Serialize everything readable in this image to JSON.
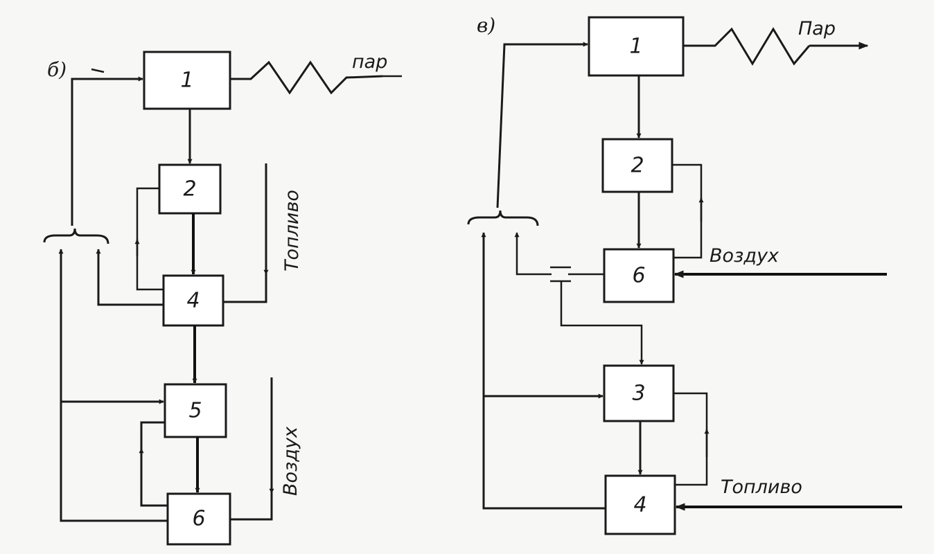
{
  "colors": {
    "ink": "#1a1a1a",
    "paper": "#f7f7f5"
  },
  "panel_b": {
    "label": "б)",
    "blocks": {
      "b1": "1",
      "b2": "2",
      "b4": "4",
      "b5": "5",
      "b6": "6"
    },
    "inputs": {
      "steam": "пар",
      "fuel": "Топливо",
      "air": "Воздух"
    }
  },
  "panel_v": {
    "label": "в)",
    "blocks": {
      "b1": "1",
      "b2": "2",
      "b6": "6",
      "b3": "3",
      "b4": "4"
    },
    "inputs": {
      "steam": "Пар",
      "air": "Воздух",
      "fuel": "Топливо"
    }
  }
}
